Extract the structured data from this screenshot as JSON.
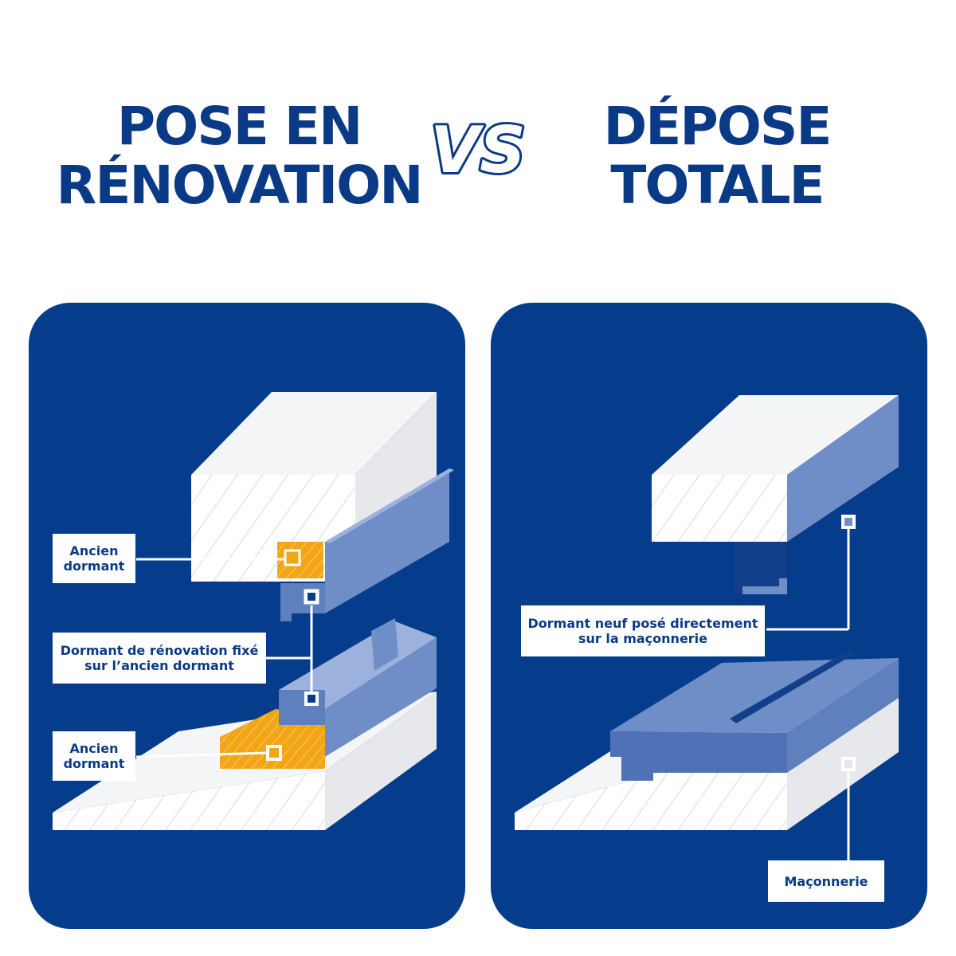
{
  "header": {
    "left_title": [
      "POSE EN",
      "RÉNOVATION"
    ],
    "vs": "VS",
    "right_title": [
      "DÉPOSE",
      "TOTALE"
    ]
  },
  "panel_left": {
    "label_top": [
      "Ancien",
      "dormant"
    ],
    "label_middle": [
      "Dormant de rénovation fixé",
      "sur l’ancien dormant"
    ],
    "label_bottom": [
      "Ancien",
      "dormant"
    ]
  },
  "panel_right": {
    "label_top": [
      "Dormant neuf posé directement",
      "sur la maçonnerie"
    ],
    "label_bottom": "Maçonnerie"
  },
  "colors": {
    "brand_blue": "#0a3a86",
    "panel_blue": "#053d8c",
    "profile_blue": "#6f8ec8",
    "old_frame_orange": "#f2a516"
  }
}
